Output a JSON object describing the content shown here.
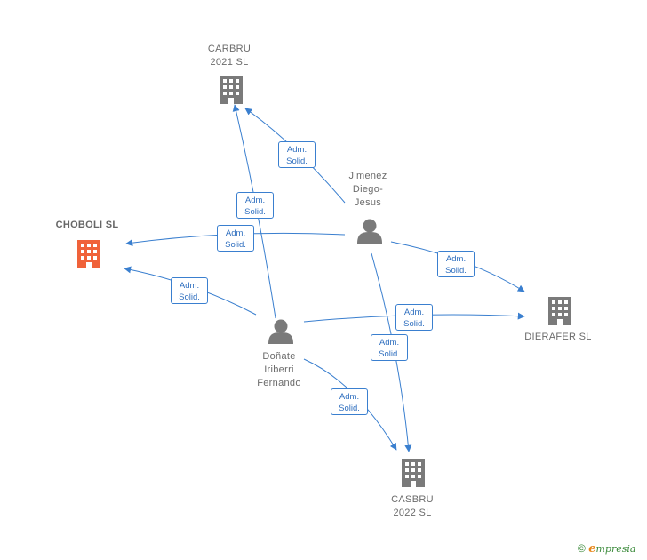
{
  "nodes": {
    "carbru": {
      "label": "CARBRU\n2021  SL"
    },
    "choboli": {
      "label": "CHOBOLI  SL"
    },
    "dierafer": {
      "label": "DIERAFER  SL"
    },
    "casbru": {
      "label": "CASBRU\n2022  SL"
    },
    "jimenez": {
      "label": "Jimenez\nDiego-\nJesus"
    },
    "donate": {
      "label": "Doñate\nIriberri\nFernando"
    }
  },
  "edge_label": "Adm.\nSolid.",
  "footer": {
    "copyright": "©",
    "brand_e": "e",
    "brand_rest": "mpresia"
  },
  "colors": {
    "edge": "#3a7fcf",
    "company": "#7a7a7a",
    "company_focus": "#f0623a",
    "person": "#7a7a7a"
  }
}
